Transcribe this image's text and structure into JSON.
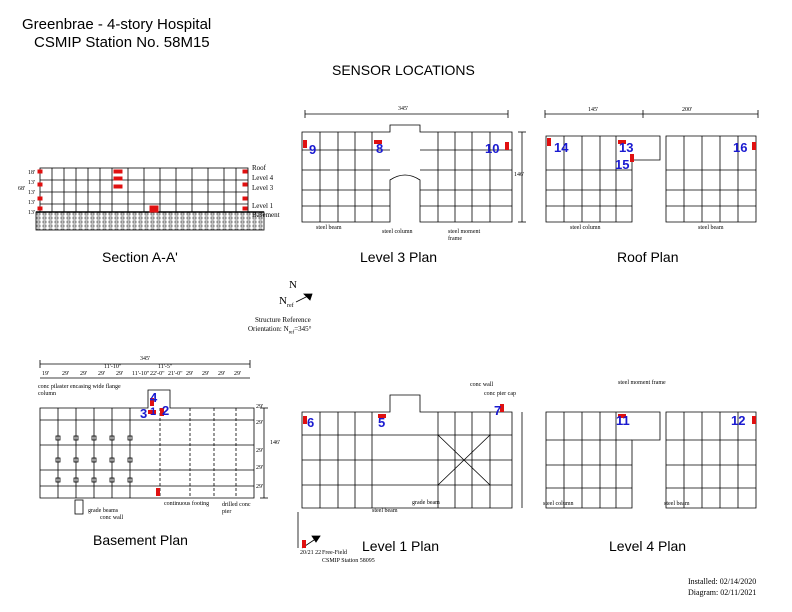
{
  "header": {
    "title_line1": "Greenbrae - 4-story Hospital",
    "title_line2": "CSMIP Station No. 58M15",
    "heading": "SENSOR LOCATIONS"
  },
  "captions": {
    "section": "Section A-A'",
    "level3": "Level 3 Plan",
    "roof": "Roof Plan",
    "basement": "Basement Plan",
    "level1": "Level 1 Plan",
    "level4": "Level 4 Plan"
  },
  "section_labels": {
    "roof": "Roof",
    "level4": "Level 4",
    "level3": "Level 3",
    "level1": "Level 1",
    "basement": "Basement",
    "story_heights": [
      "18'",
      "13'",
      "13'",
      "13'",
      "13'"
    ],
    "total_height": "68'"
  },
  "orientation": {
    "north": "N",
    "nref": "N",
    "nref_sub": "ref",
    "label1": "Structure Reference",
    "label2": "Orientation: N",
    "label2_sub": "ref",
    "label2_value": "=345°"
  },
  "dimensions": {
    "level3_width": "345'",
    "level3_depth": "146'",
    "roof_left": "145'",
    "roof_right": "200'",
    "basement_total": "345'",
    "basement_bays": [
      "19'",
      "29'",
      "29'",
      "29'",
      "29'",
      "11'-10\"",
      "22'-0\"",
      "21'-0\"",
      "29'",
      "29'",
      "29'",
      "29'"
    ],
    "basement_sub1": "11'-10\"",
    "basement_sub2": "11'-5\"",
    "basement_rows": [
      "29'",
      "29'",
      "29'",
      "29'",
      "29'"
    ],
    "basement_depth": "146'"
  },
  "annotations": {
    "steel_beam": "steel beam",
    "steel_column": "steel column",
    "steel_moment_frame": "steel moment frame",
    "conc_pilaster": "conc pilaster encasing wide flange column",
    "continuous_footing": "continuous footing",
    "grade_beams": "grade beams",
    "conc_wall": "conc wall",
    "drilled_conc_pier": "drilled conc pier",
    "conc_pier_cap": "conc pier cap",
    "grade_beam": "grade beam",
    "free_field_1": "Free-Field",
    "free_field_2": "CSMIP Station 58095",
    "ff_ids": "20/21 22"
  },
  "sensors": {
    "level3": [
      "9",
      "8",
      "10"
    ],
    "roof": [
      "14",
      "13",
      "15",
      "16"
    ],
    "basement": [
      "4",
      "3",
      "2",
      "1"
    ],
    "level1": [
      "6",
      "5",
      "7"
    ],
    "level4": [
      "11",
      "12"
    ]
  },
  "footer": {
    "installed": "Installed: 02/14/2020",
    "diagram": "Diagram: 02/11/2021"
  },
  "colors": {
    "sensor_number": "#1a1ad0",
    "sensor_arrow": "#e01010",
    "line": "#000000"
  }
}
